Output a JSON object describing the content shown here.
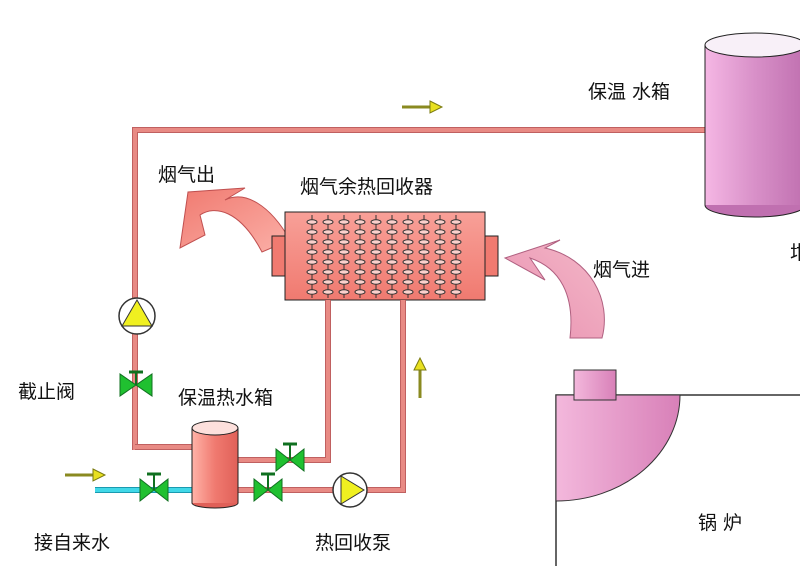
{
  "labels": {
    "insulated_tank_top": "保温 水箱",
    "flue_gas_out": "烟气出",
    "recovery_unit": "烟气余热回收器",
    "flue_gas_in": "烟气进",
    "cut_off_valve": "截止阀",
    "hot_water_tank": "保温热水箱",
    "tap_water_inlet": "接自来水",
    "recovery_pump": "热回收泵",
    "boiler": "锅 炉",
    "partial_char": "坩"
  },
  "colors": {
    "pipe_hot": "#e88a84",
    "pipe_cold": "#40d8e8",
    "tank": "#d890c8",
    "boiler": "#e090c0",
    "recovery_body": "#f07a70",
    "valve": "#20c030",
    "pump": "#f0f020",
    "flow_arrow": "#e8e020"
  },
  "icons": [
    "flow-arrow-icon",
    "pump-icon",
    "valve-icon",
    "smoke-arrow-icon"
  ]
}
